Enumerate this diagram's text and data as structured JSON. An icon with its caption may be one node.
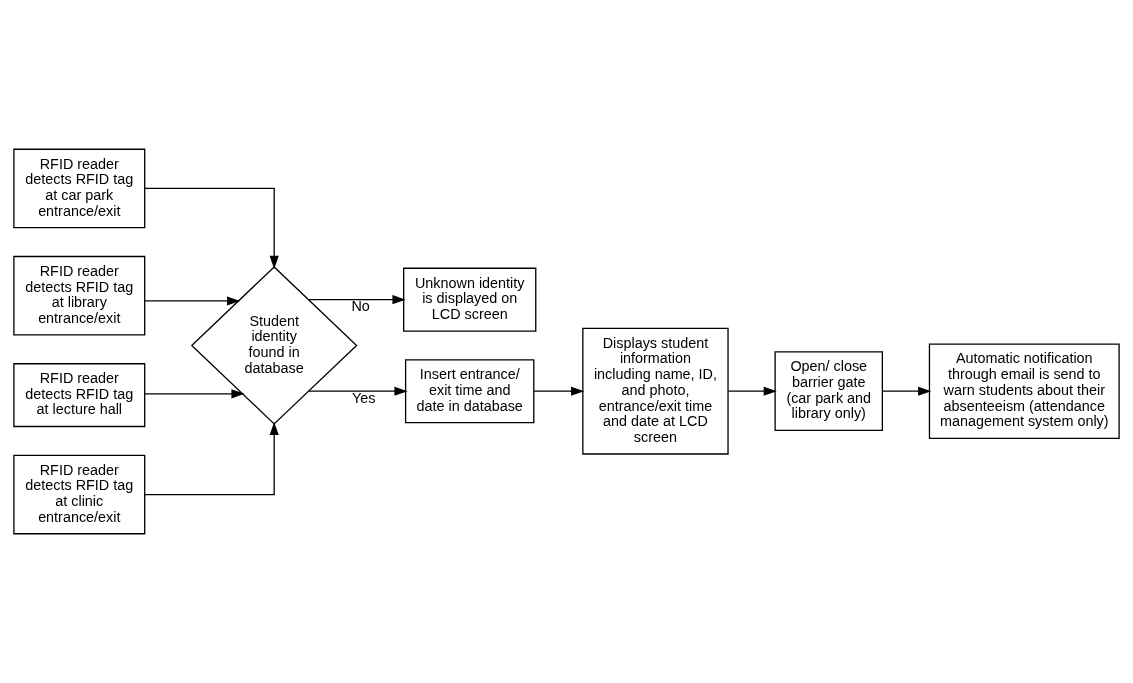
{
  "diagram": {
    "nodes": [
      {
        "text": [
          "RFID reader detects RFID tag at car park entrance/exit"
        ]
      },
      {
        "text": [
          "RFID reader detects RFID tag at library entrance/exit"
        ]
      },
      {
        "text": [
          "RFID reader detects RFID tag at lecture hall"
        ]
      },
      {
        "text": [
          "RFID reader detects RFID tag at clinic entrance/exit"
        ]
      },
      {
        "text": [
          "Student identity found in database"
        ]
      },
      {
        "text": [
          "Unknown identity is displayed on LCD screen"
        ]
      },
      {
        "text": [
          "Insert entrance/ exit time and date in database"
        ]
      },
      {
        "text": [
          "Displays student information including name, ID, and photo, entrance/exit time and date at LCD screen"
        ]
      },
      {
        "text": [
          "Open/ close barrier gate (car park and library only)"
        ]
      },
      {
        "text": [
          "Automatic notification through email is send to warn students about their absenteeism (attendance management system only)"
        ]
      }
    ],
    "edges": [
      {
        "from": 0,
        "to": 4,
        "arrow": "to"
      },
      {
        "from": 1,
        "to": 4,
        "arrow": "to"
      },
      {
        "from": 2,
        "to": 4,
        "arrow": "to"
      },
      {
        "from": 3,
        "to": 4,
        "arrow": "to"
      },
      {
        "from": 4,
        "to": 5,
        "arrow": "to",
        "label": "No"
      },
      {
        "from": 4,
        "to": 6,
        "arrow": "to",
        "label": "Yes"
      },
      {
        "from": 6,
        "to": 7,
        "arrow": "to"
      },
      {
        "from": 7,
        "to": 8,
        "arrow": "to"
      },
      {
        "from": 8,
        "to": 9,
        "arrow": "to"
      }
    ]
  }
}
